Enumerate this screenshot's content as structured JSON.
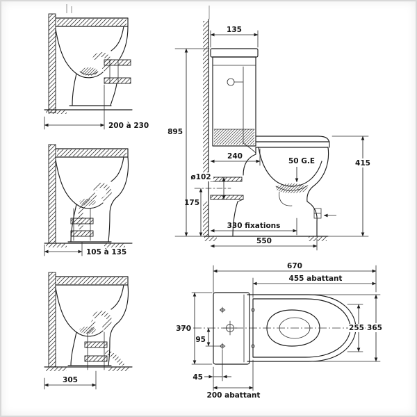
{
  "colors": {
    "ink": "#1c1c1c",
    "paper": "#ffffff",
    "frame": "#d8d8d8"
  },
  "sections": {
    "top": {
      "dim": "200 à 230"
    },
    "middle": {
      "dim": "105 à 135"
    },
    "bottom": {
      "dim": "305"
    }
  },
  "side_view": {
    "tank_top_width": "135",
    "overall_height": "895",
    "tank_depth": "240",
    "outlet_diameter": "ø102",
    "outlet_height": "175",
    "supply_label": "50 G.E",
    "bowl_height": "415",
    "fixings_distance": "330 fixations",
    "overall_depth": "550"
  },
  "plan_view": {
    "overall_length": "670",
    "seat_length": "455 abattant",
    "tank_width": "370",
    "hole_spacing": "95",
    "inner_width": "255",
    "overall_width": "365",
    "hole_offset": "45",
    "seat_hinge_distance": "200 abattant"
  }
}
